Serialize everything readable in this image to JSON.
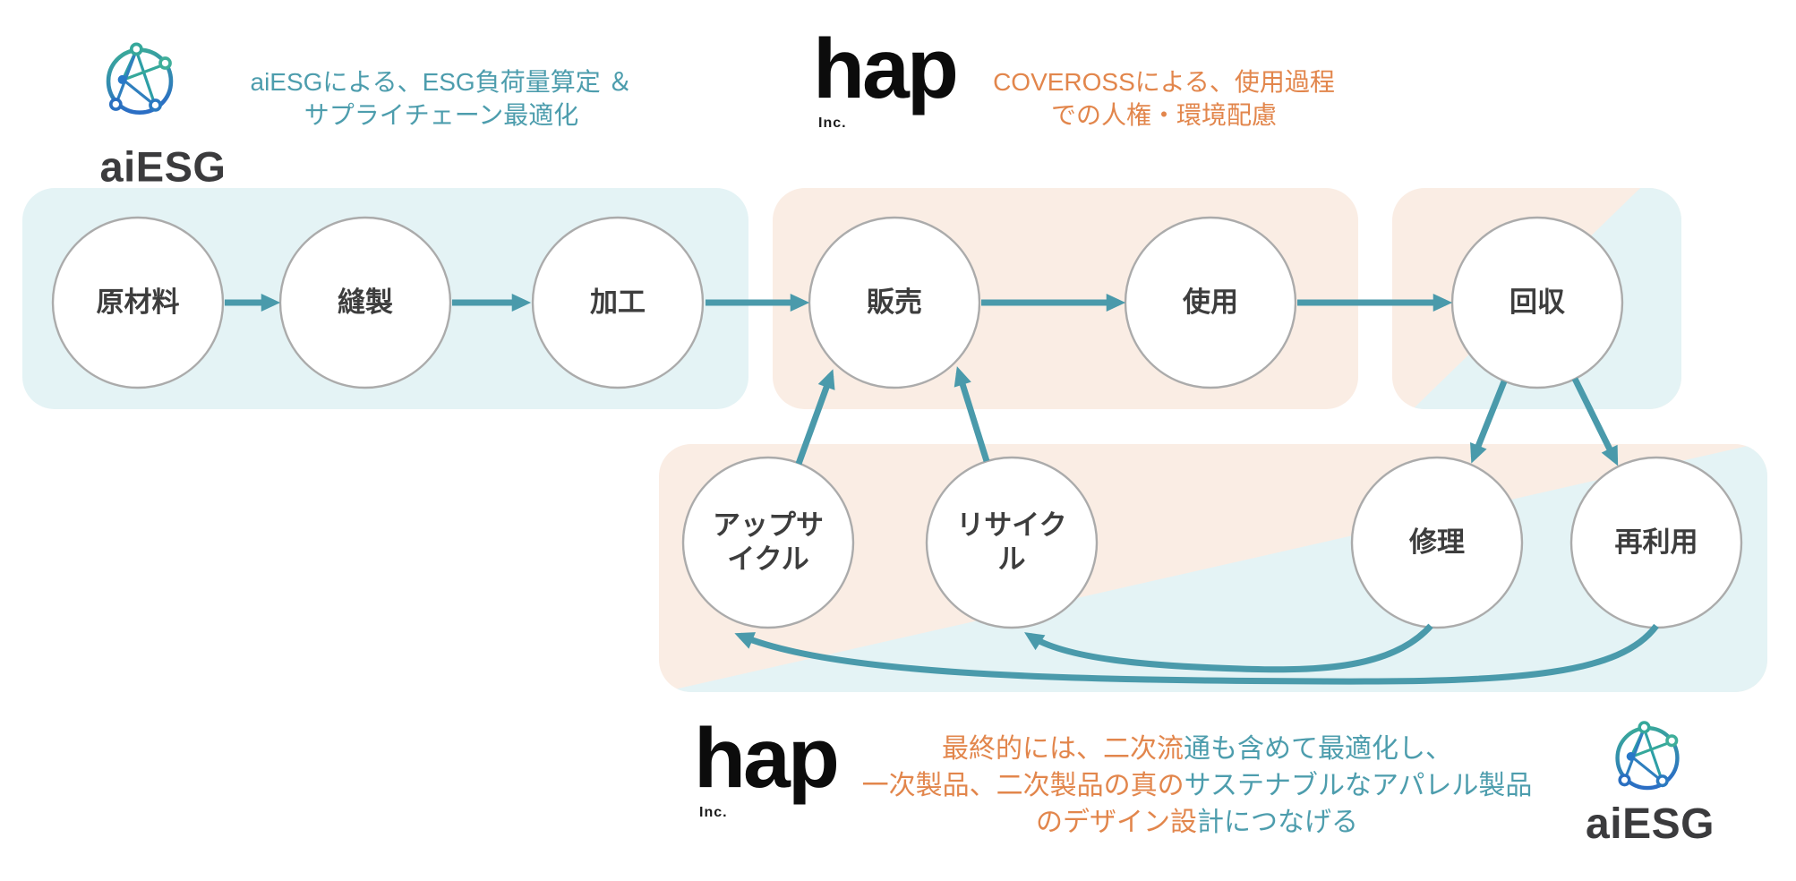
{
  "branding": {
    "aiesg_top": {
      "wordmark": "aiESG"
    },
    "hap_top": {
      "wordmark": "hap",
      "suffix": "Inc."
    },
    "hap_bottom": {
      "wordmark": "hap",
      "suffix": "Inc."
    },
    "aiesg_bottom": {
      "wordmark": "aiESG"
    }
  },
  "annotations": {
    "aiesg_note": {
      "lines": [
        "aiESGによる、ESG負荷量算定 ＆",
        "サプライチェーン最適化"
      ]
    },
    "coveross_note": {
      "lines": [
        "COVEROSSによる、使用過程",
        "での人権・環境配慮"
      ]
    },
    "bottom_note": {
      "lines": [
        {
          "orange": "最終的には、二次流",
          "teal": "通も含めて最適化し、"
        },
        {
          "orange": "一次製品、二次製品の真の",
          "teal": "サステナブルなアパレル製品"
        },
        {
          "orange": "のデザイン設",
          "teal": "計につなげる"
        }
      ]
    }
  },
  "diagram": {
    "nodes": [
      {
        "id": "raw-materials",
        "label": "原材料"
      },
      {
        "id": "sewing",
        "label": "縫製"
      },
      {
        "id": "processing",
        "label": "加工"
      },
      {
        "id": "sales",
        "label": "販売"
      },
      {
        "id": "use",
        "label": "使用"
      },
      {
        "id": "collection",
        "label": "回収"
      },
      {
        "id": "upcycle",
        "label": "アップサ\nイクル"
      },
      {
        "id": "recycle",
        "label": "リサイク\nル"
      },
      {
        "id": "repair",
        "label": "修理"
      },
      {
        "id": "reuse",
        "label": "再利用"
      }
    ],
    "flows": [
      "原材料→縫製",
      "縫製→加工",
      "加工→販売",
      "販売→使用",
      "使用→回収",
      "回収→修理",
      "回収→再利用",
      "アップサイクル→販売",
      "リサイクル→販売",
      "修理→リサイクル",
      "再利用→アップサイクル"
    ],
    "colors": {
      "teal_accent": "#4A9AAB",
      "teal_bg": "#E4F3F5",
      "peach_bg": "#FAEDE4",
      "teal_text": "#4D9DAD",
      "orange_text": "#E2864C",
      "node_border": "#ABABAB",
      "node_text": "#3D3D3D",
      "logo_black": "#0C0C0C",
      "aiesg_wordmark": "#3B3B3D"
    }
  }
}
